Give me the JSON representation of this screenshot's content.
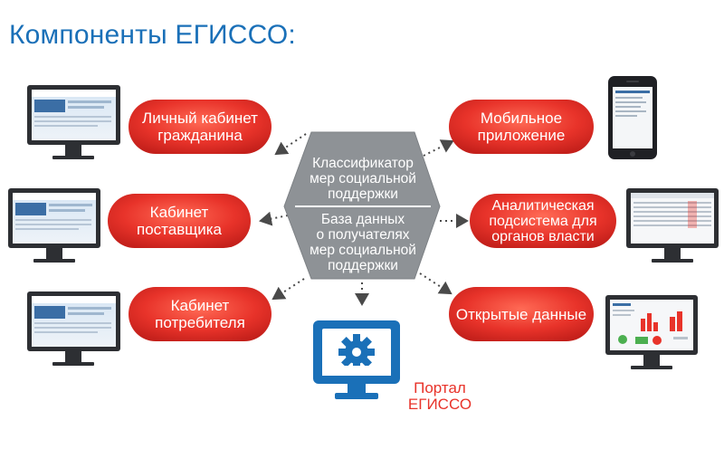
{
  "title": "Компоненты ЕГИССО:",
  "center": {
    "top_line1": "Классификатор",
    "top_line2": "мер социальной",
    "top_line3": "поддержки",
    "bottom_line1": "База данных",
    "bottom_line2": "о получателях",
    "bottom_line3": "мер социальной",
    "bottom_line4": "поддержки"
  },
  "components": {
    "citizen_line1": "Личный кабинет",
    "citizen_line2": "гражданина",
    "supplier_line1": "Кабинет",
    "supplier_line2": "поставщика",
    "consumer_line1": "Кабинет",
    "consumer_line2": "потребителя",
    "mobile_line1": "Мобильное",
    "mobile_line2": "приложение",
    "analytics_line1": "Аналитическая",
    "analytics_line2": "подсистема для",
    "analytics_line3": "органов власти",
    "opendata_line1": "Открытые данные"
  },
  "portal": {
    "line1": "Портал",
    "line2": "ЕГИССО"
  },
  "colors": {
    "title": "#1a70b8",
    "pill": "#e8332a",
    "hexagon": "#8e9296",
    "portal": "#1a70b8"
  }
}
